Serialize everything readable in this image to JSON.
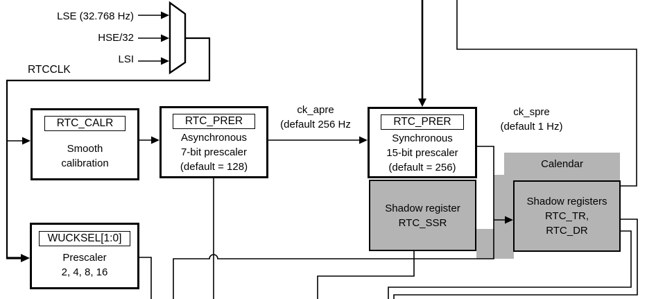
{
  "inputs": {
    "lse": "LSE (32.768 Hz)",
    "hse": "HSE/32",
    "lsi": "LSI",
    "rtcclk": "RTCCLK"
  },
  "signals": {
    "ck_apre_name": "ck_apre",
    "ck_apre_default": "(default 256 Hz",
    "ck_spre_name": "ck_spre",
    "ck_spre_default": "(default 1 Hz)"
  },
  "calendar": {
    "title": "Calendar"
  },
  "blocks": {
    "calr": {
      "register": "RTC_CALR",
      "lines": [
        "Smooth",
        "calibration"
      ]
    },
    "apre": {
      "register": "RTC_PRER",
      "lines": [
        "Asynchronous",
        "7-bit prescaler",
        "(default = 128)"
      ]
    },
    "spre": {
      "register": "RTC_PRER",
      "lines": [
        "Synchronous",
        "15-bit prescaler",
        "(default = 256)"
      ]
    },
    "ssr": {
      "lines": [
        "Shadow register",
        "RTC_SSR"
      ]
    },
    "trdr": {
      "lines": [
        "Shadow registers",
        "RTC_TR,",
        "RTC_DR"
      ]
    },
    "wucksel": {
      "register": "WUCKSEL[1:0]",
      "lines": [
        "Prescaler",
        "2, 4, 8, 16"
      ]
    }
  },
  "colors": {
    "gray": "#b4b4b4",
    "line": "#000000",
    "bg": "#ffffff"
  }
}
